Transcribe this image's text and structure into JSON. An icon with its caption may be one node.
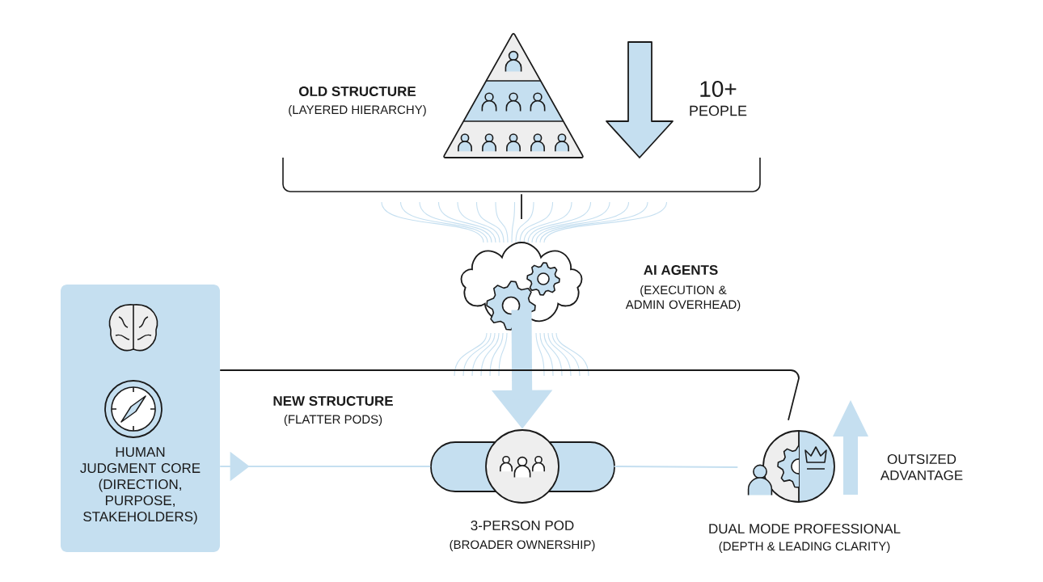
{
  "diagram": {
    "nodes": [
      {
        "text": [],
        "shape": "picture",
        "beside": [
          "OLD STRUCTURE",
          "(LAYERED HIERARCHY)"
        ]
      },
      {
        "text": [],
        "shape": "cloud",
        "beside": [
          "AI AGENTS",
          "(EXECUTION & ADMIN OVERHEAD)"
        ]
      },
      {
        "text": [
          "HUMAN JUDGMENT CORE",
          "(DIRECTION, PURPOSE, STAKEHOLDERS)"
        ]
      },
      {
        "text": [],
        "shape": "bar",
        "beside": [
          "3-PERSON POD",
          "(BROADER OWNERSHIP)"
        ]
      },
      {
        "text": [],
        "shape": "picture",
        "beside": [
          "DUAL MODE PROFESSIONAL",
          "(DEPTH & LEADING CLARITY)"
        ]
      }
    ],
    "edges": [
      {
        "from": 0,
        "to": 1,
        "arrow": "none",
        "color": "#1a1a1a"
      },
      {
        "from": 1,
        "to": 3,
        "arrow": "to",
        "style": "thick",
        "color": "#c5dff0"
      },
      {
        "from": 2,
        "to": 3,
        "arrow": "to",
        "color": "#c5dff0"
      },
      {
        "from": 3,
        "to": 4,
        "arrow": "none",
        "color": "#c5dff0"
      },
      {
        "from": 2,
        "to": 4,
        "arrow": "none",
        "color": "#1a1a1a"
      }
    ],
    "labels": [
      "10+",
      "PEOPLE",
      "NEW STRUCTURE",
      "(FLATTER PODS)",
      "OUTSIZED ADVANTAGE"
    ]
  }
}
